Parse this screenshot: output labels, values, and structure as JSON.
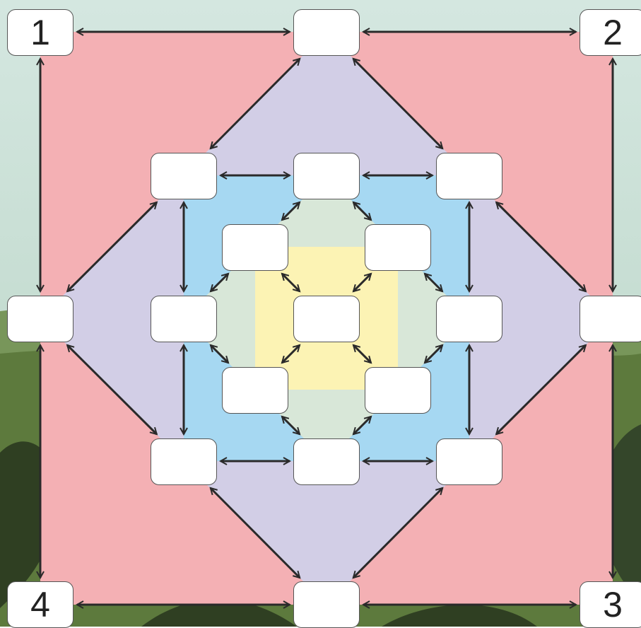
{
  "board": {
    "corner_labels": {
      "top_left": "1",
      "top_right": "2",
      "bottom_right": "3",
      "bottom_left": "4"
    },
    "zone_colors": {
      "outer": "#f4b0b4",
      "middle": "#d2cee6",
      "inner": "#a6d8f2",
      "core": "#d8e7d8",
      "center": "#fcf3b4"
    },
    "arrow_color": "#2a2a2a",
    "background_colors": {
      "sky": "#dbe9e3",
      "grass": "#5d7a3d",
      "leaves": "#2f3f22"
    }
  }
}
